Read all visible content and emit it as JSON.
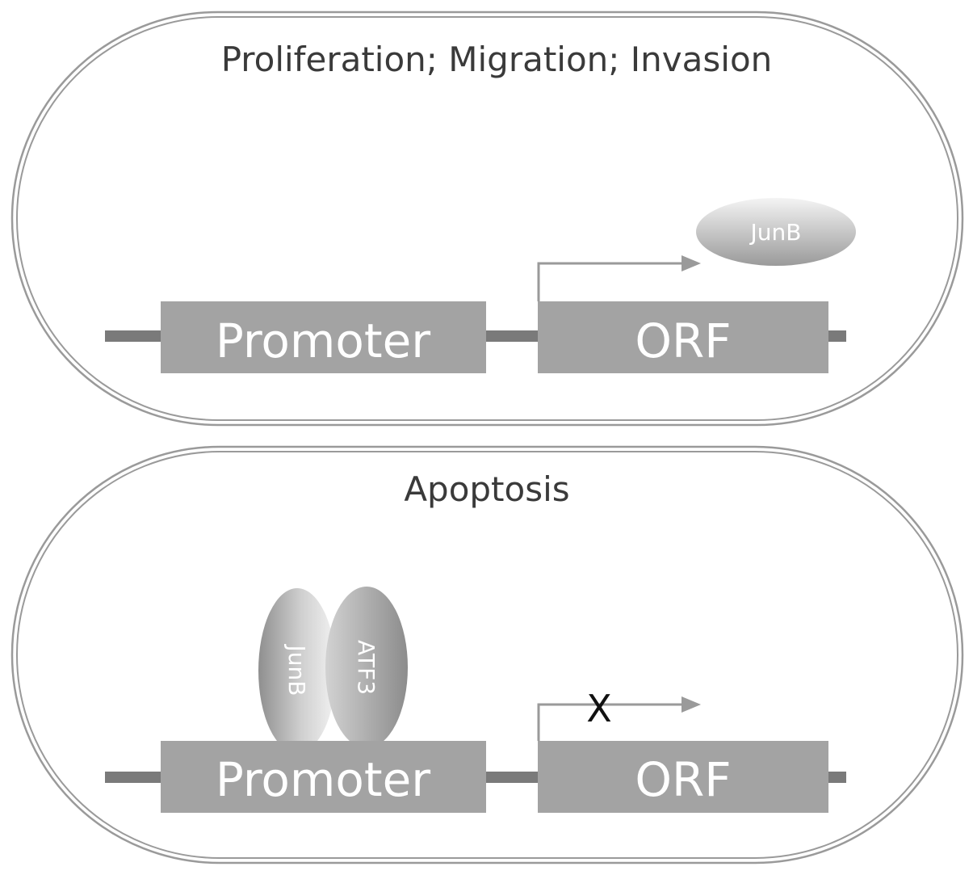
{
  "panels": [
    {
      "title": "Proliferation; Migration; Invasion",
      "promoter_label": "Promoter",
      "orf_label": "ORF",
      "free_protein": "JunB"
    },
    {
      "title": "Apoptosis",
      "promoter_label": "Promoter",
      "orf_label": "ORF",
      "bound_proteins": [
        "JunB",
        "ATF3"
      ],
      "block_mark": "X"
    }
  ],
  "colors": {
    "box": "#a3a3a3",
    "dna_line": "#7a7a7a",
    "arrow": "#9a9a9a",
    "border": "#9a9a9a"
  }
}
